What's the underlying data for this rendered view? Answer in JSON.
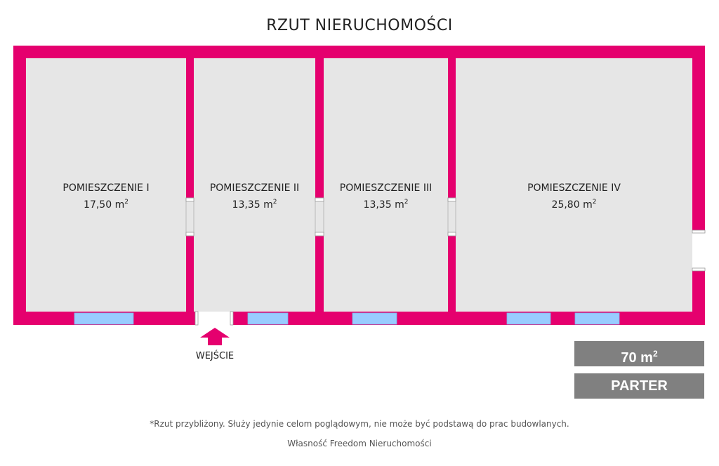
{
  "title": "RZUT NIERUCHOMOŚCI",
  "colors": {
    "wall": "#e5006e",
    "floor": "#e6e6e6",
    "window": "#99ccff",
    "box": "#808080"
  },
  "rooms": [
    {
      "name": "POMIESZCZENIE I",
      "area": "17,50 m",
      "unit_sup": "2"
    },
    {
      "name": "POMIESZCZENIE II",
      "area": "13,35 m",
      "unit_sup": "2"
    },
    {
      "name": "POMIESZCZENIE III",
      "area": "13,35 m",
      "unit_sup": "2"
    },
    {
      "name": "POMIESZCZENIE IV",
      "area": "25,80 m",
      "unit_sup": "2"
    }
  ],
  "entrance": {
    "label": "WEJŚCIE",
    "icon": "arrow-up-icon"
  },
  "total_area": {
    "value": "70 m",
    "unit_sup": "2"
  },
  "floor_level": "PARTER",
  "disclaimer": "*Rzut przybliżony. Służy jedynie celom poglądowym, nie może być podstawą do prac budowlanych.",
  "owner": "Własność Freedom Nieruchomości"
}
